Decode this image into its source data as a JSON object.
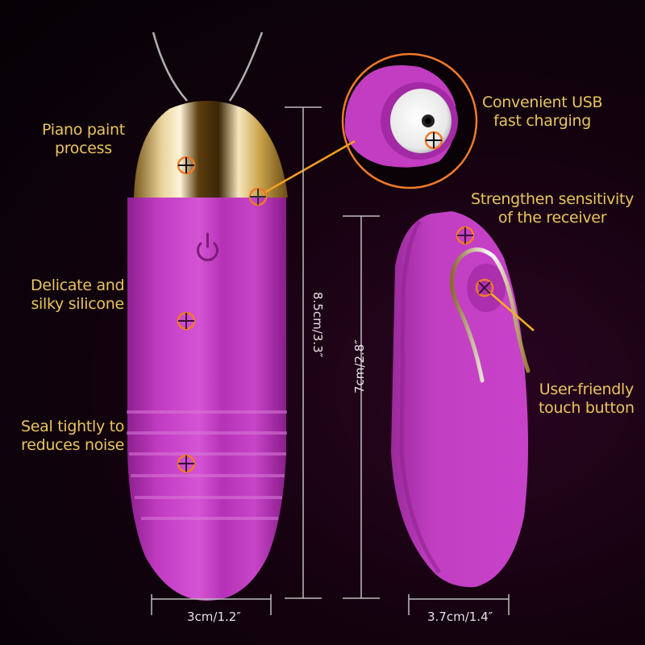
{
  "callouts": {
    "piano_paint": {
      "line1": "Piano paint",
      "line2": "process"
    },
    "silicone": {
      "line1": "Delicate and",
      "line2": "silky silicone"
    },
    "seal": {
      "line1": "Seal tightly to",
      "line2": "reduces noise"
    },
    "usb": {
      "line1": "Convenient USB",
      "line2": "fast charging"
    },
    "receiver": {
      "line1": "Strengthen sensitivity",
      "line2": "of the  receiver"
    },
    "touch": {
      "line1": "User-friendly",
      "line2": "touch button"
    }
  },
  "dimensions": {
    "egg_height": "8.5cm/3.3″",
    "remote_height": "7cm/2.8″",
    "egg_width": "3cm/1.2″",
    "remote_width": "3.7cm/1.4″"
  },
  "colors": {
    "label_text": "#e9c460",
    "product_purple": "#c03cc0",
    "gold_cap": "#c9a24a",
    "marker_ring": "#f07a2a",
    "dimension_line": "#bdbdbd"
  }
}
